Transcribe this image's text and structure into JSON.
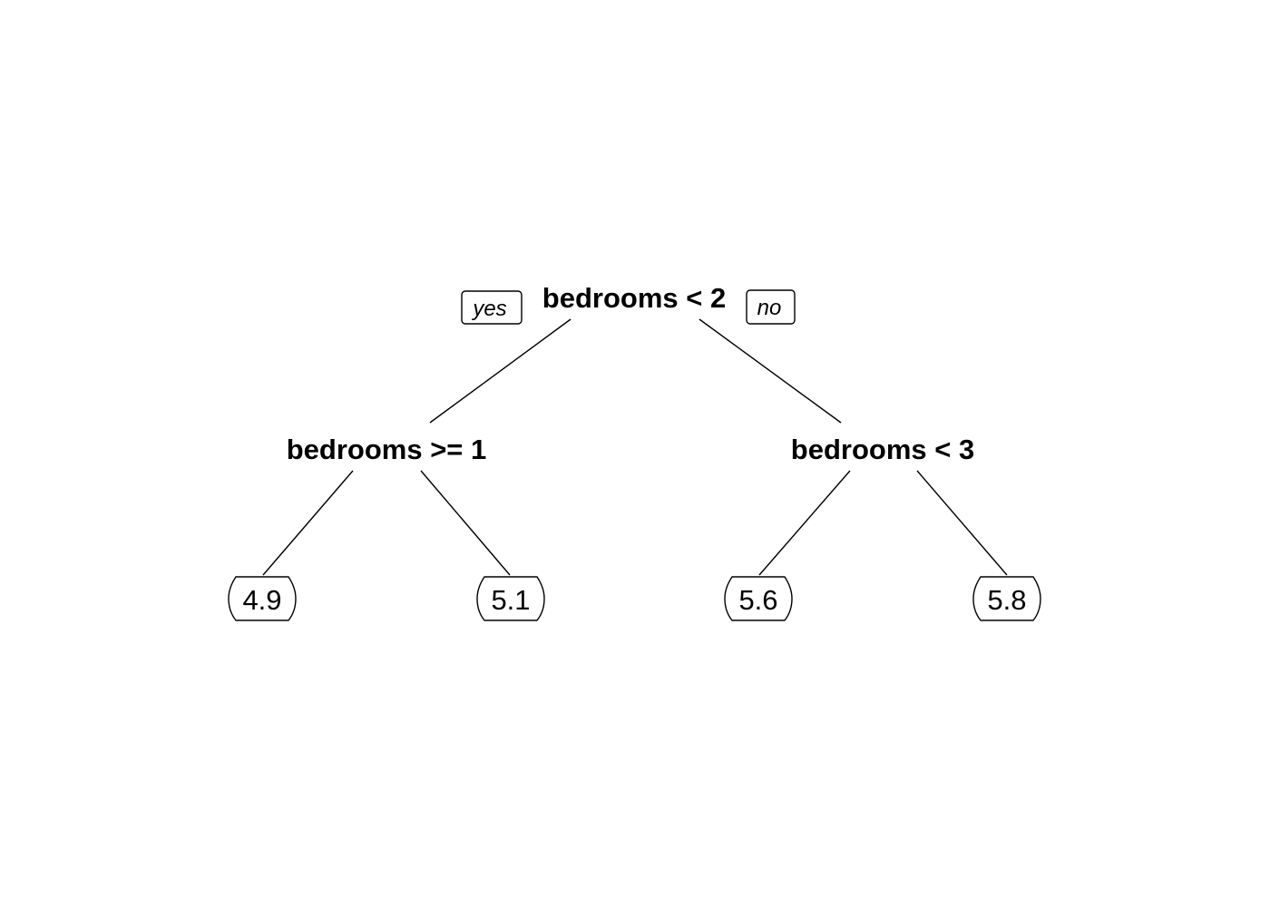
{
  "tree": {
    "root": {
      "split": "bedrooms < 2",
      "yes_label": "yes",
      "no_label": "no"
    },
    "left": {
      "split": "bedrooms >= 1",
      "leaves": [
        "4.9",
        "5.1"
      ]
    },
    "right": {
      "split": "bedrooms < 3",
      "leaves": [
        "5.6",
        "5.8"
      ]
    }
  },
  "colors": {
    "background": "#ffffff",
    "line": "#000000",
    "text": "#000000"
  }
}
